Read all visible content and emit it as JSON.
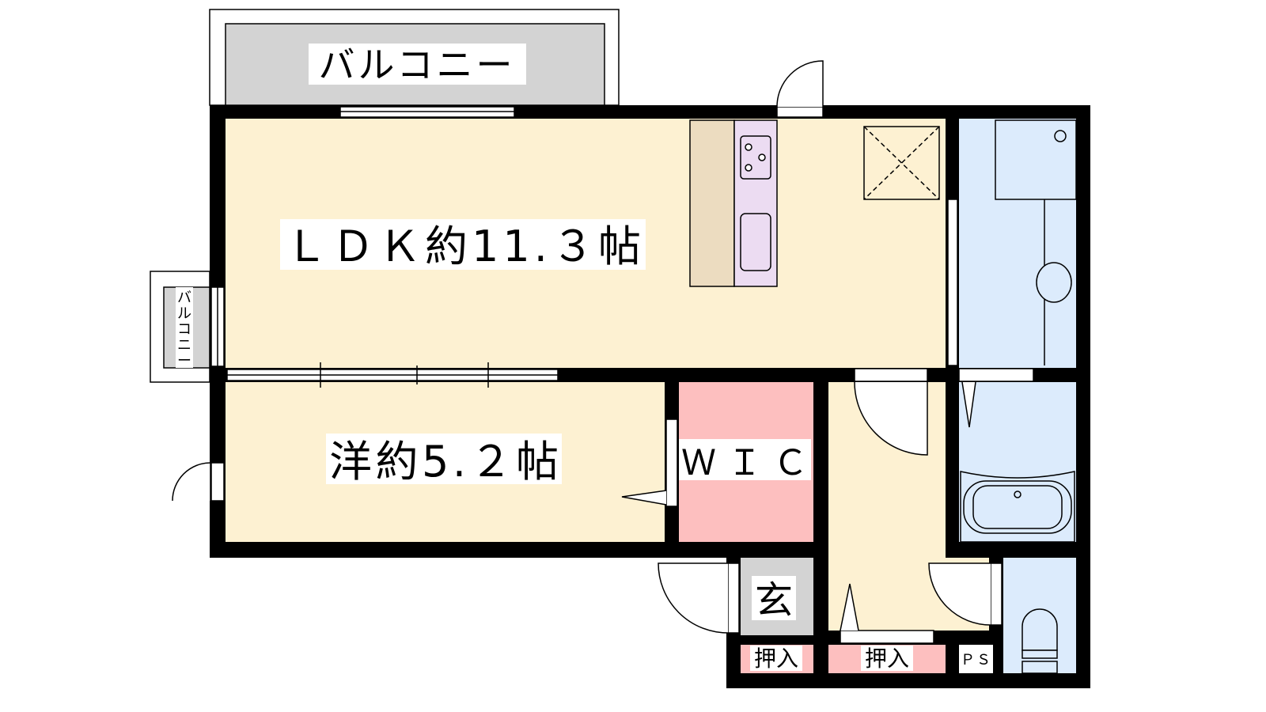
{
  "rooms": {
    "balcony_top": "バルコニー",
    "balcony_side": [
      "バ",
      "ル",
      "コ",
      "ニ",
      "ー"
    ],
    "ldk": "ＬＤＫ約11.３帖",
    "western": "洋約5.２帖",
    "wic": "ＷＩＣ",
    "entrance": "玄",
    "closet_entrance": "押入",
    "closet_hall": "押入",
    "ps": "ＰＳ"
  },
  "colors": {
    "floor": "#fdf1d2",
    "wet": "#dcebfc",
    "closet": "#fdbfbf",
    "balcony": "#d3d3d3",
    "kitchen_counter": "#ecdcc0",
    "kitchen_unit": "#ecdcf2",
    "wall": "#000000"
  }
}
